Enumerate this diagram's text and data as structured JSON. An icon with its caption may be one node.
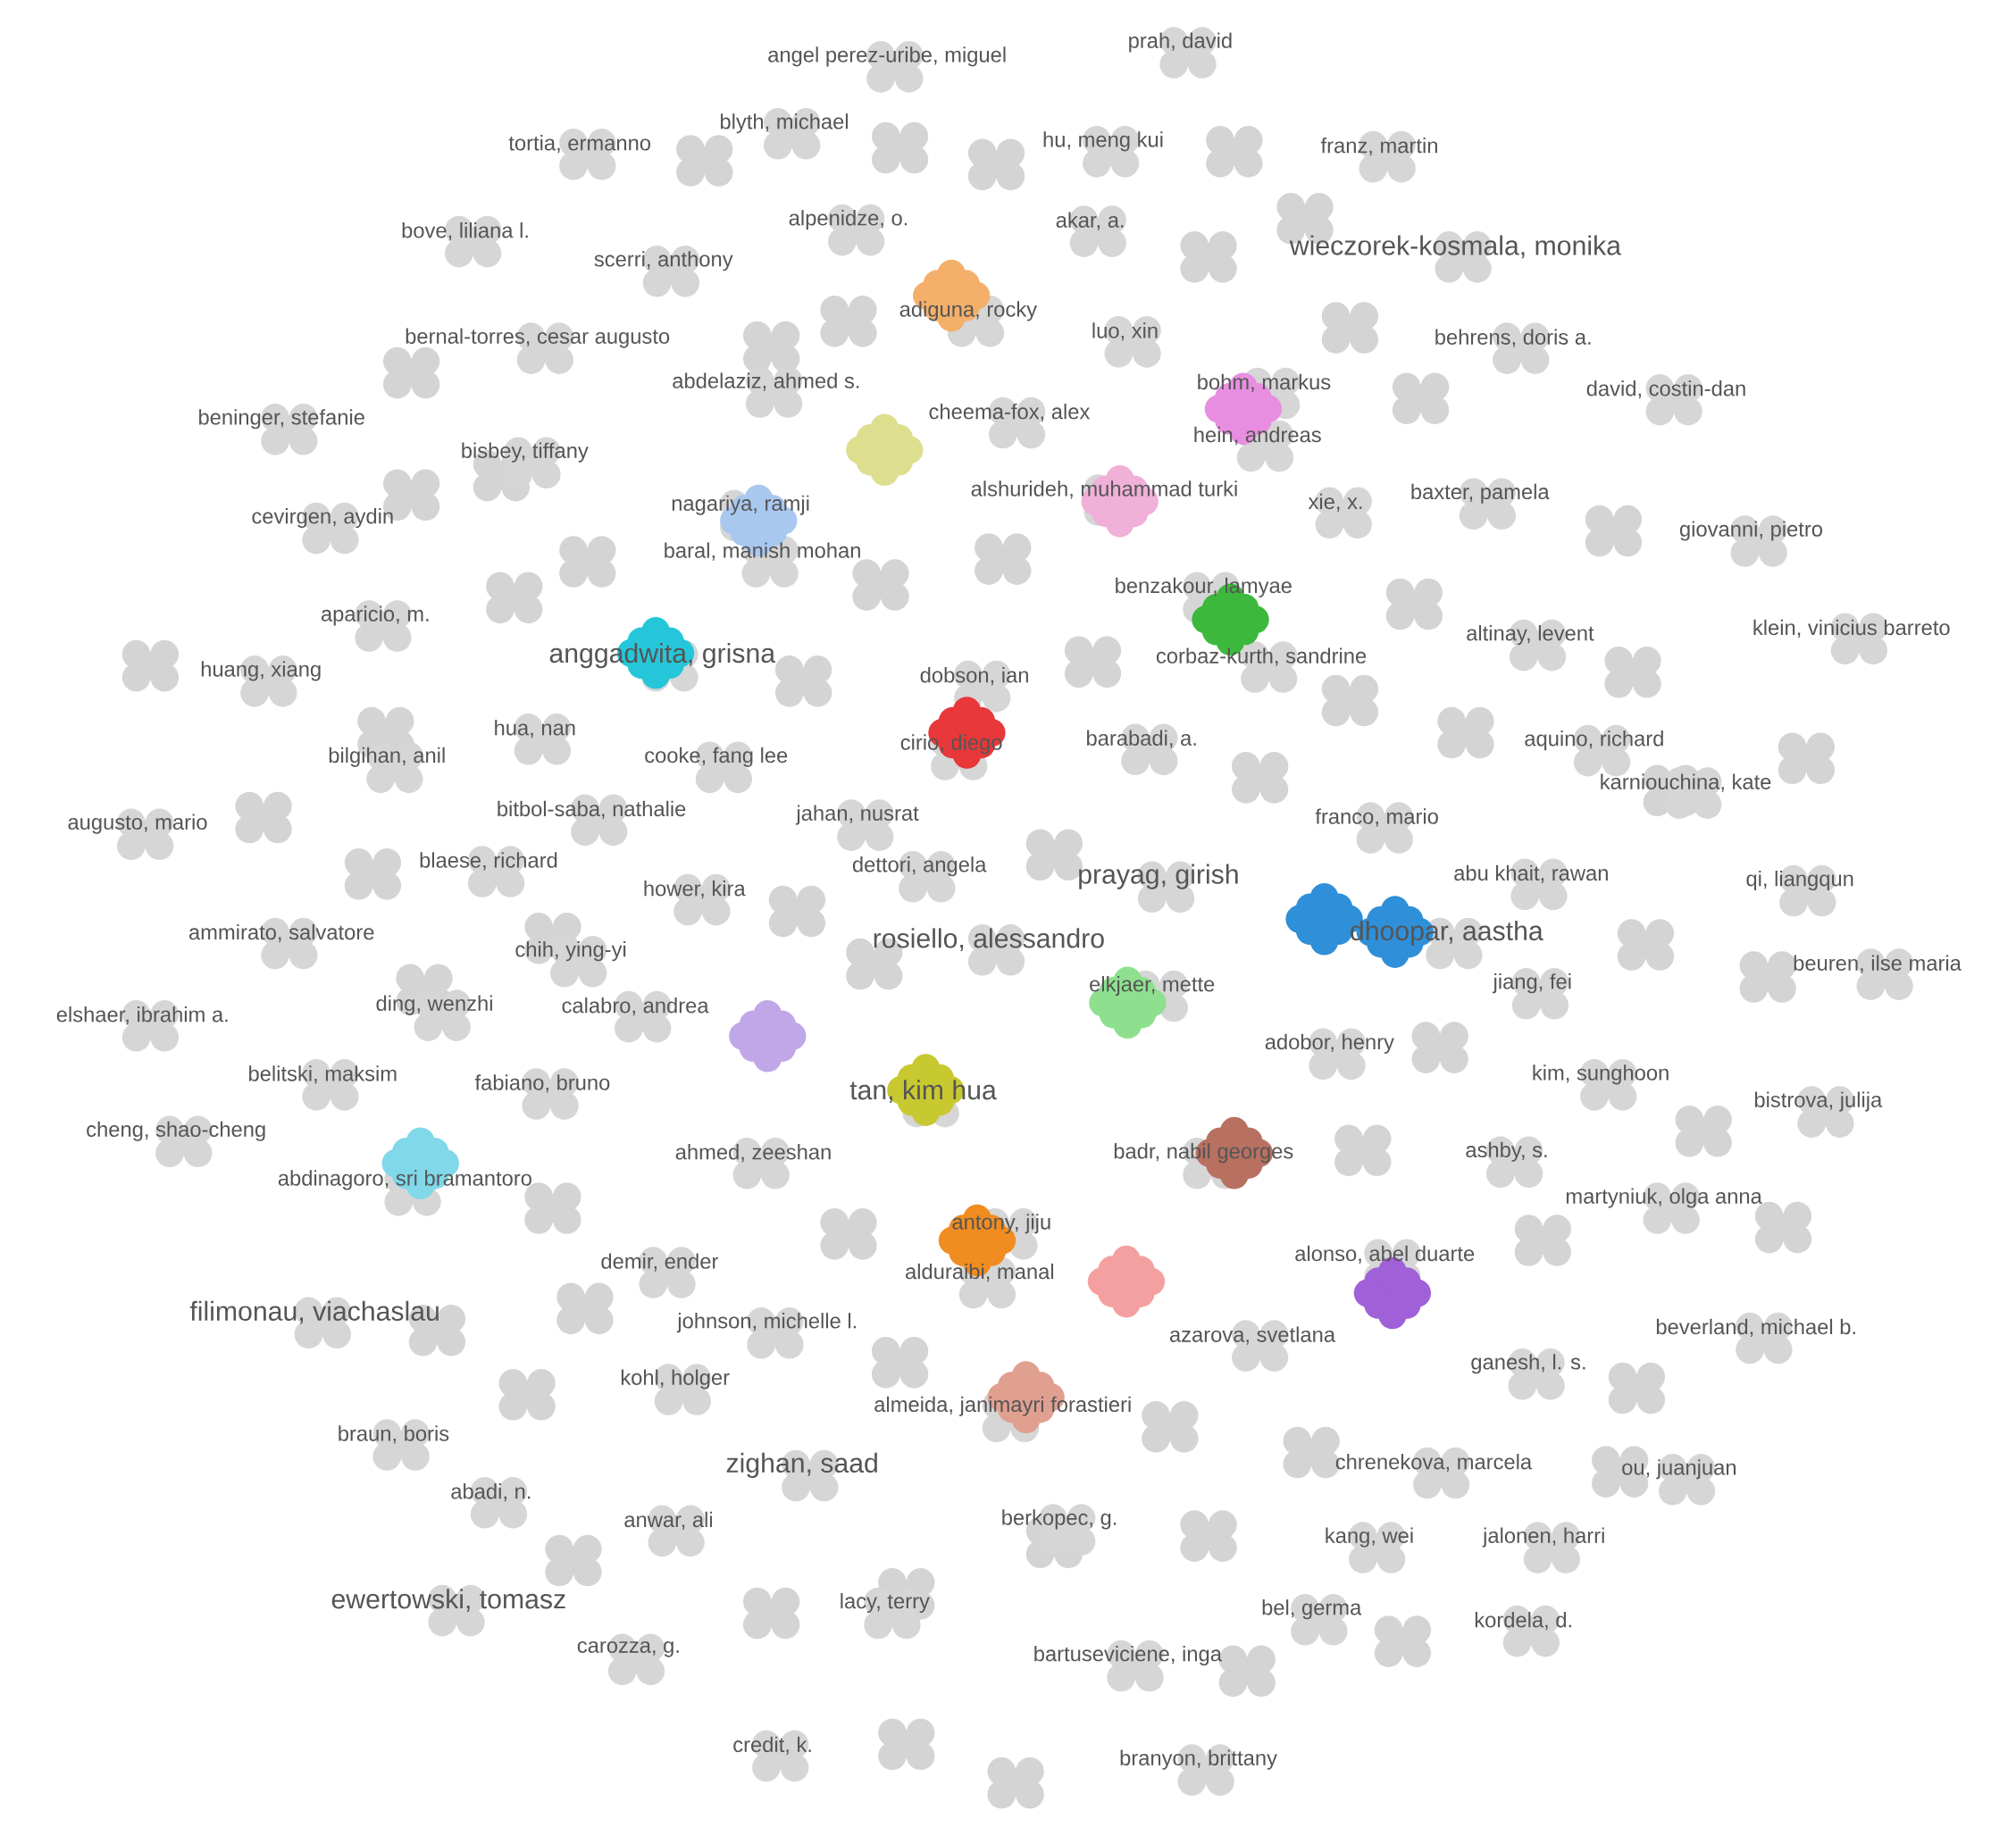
{
  "diagram": {
    "labels": [
      "angel perez-uribe, miguel",
      "prah, david",
      "tortia, ermanno",
      "blyth, michael",
      "hu, meng kui",
      "franz, martin",
      "alpenidze, o.",
      "akar, a.",
      "bove, liliana l.",
      "scerri, anthony",
      "wieczorek-kosmala, monika",
      "adiguna, rocky",
      "bernal-torres, cesar augusto",
      "luo, xin",
      "behrens, doris a.",
      "abdelaziz, ahmed s.",
      "bohm, markus",
      "david, costin-dan",
      "beninger, stefanie",
      "cheema-fox, alex",
      "hein, andreas",
      "bisbey, tiffany",
      "nagariya, ramji",
      "alshurideh, muhammad turki",
      "xie, x.",
      "baxter, pamela",
      "cevirgen, aydin",
      "giovanni, pietro",
      "baral, manish mohan",
      "benzakour, lamyae",
      "aparicio, m.",
      "altinay, levent",
      "klein, vinicius barreto",
      "anggadwita, grisna",
      "huang, xiang",
      "dobson, ian",
      "corbaz-kurth, sandrine",
      "hua, nan",
      "cirio, diego",
      "barabadi, a.",
      "aquino, richard",
      "bilgihan, anil",
      "cooke, fang lee",
      "karniouchina, kate",
      "augusto, mario",
      "bitbol-saba, nathalie",
      "jahan, nusrat",
      "franco, mario",
      "blaese, richard",
      "dettori, angela",
      "prayag, girish",
      "abu khait, rawan",
      "qi, liangqun",
      "hower, kira",
      "ammirato, salvatore",
      "rosiello, alessandro",
      "dhoopar, aastha",
      "chih, ying-yi",
      "beuren, ilse maria",
      "elkjaer, mette",
      "jiang, fei",
      "elshaer, ibrahim a.",
      "ding, wenzhi",
      "calabro, andrea",
      "adobor, henry",
      "belitski, maksim",
      "fabiano, bruno",
      "kim, sunghoon",
      "tan, kim hua",
      "bistrova, julija",
      "cheng, shao-cheng",
      "ahmed, zeeshan",
      "badr, nabil georges",
      "ashby, s.",
      "abdinagoro, sri bramantoro",
      "martyniuk, olga anna",
      "antony, jiju",
      "demir, ender",
      "alonso, abel duarte",
      "alduraibi, manal",
      "filimonau, viachaslau",
      "johnson, michelle l.",
      "azarova, svetlana",
      "beverland, michael b.",
      "ganesh, l. s.",
      "kohl, holger",
      "almeida, janimayri forastieri",
      "braun, boris",
      "zighan, saad",
      "chrenekova, marcela",
      "ou, juanjuan",
      "abadi, n.",
      "anwar, ali",
      "berkopec, g.",
      "kang, wei",
      "jalonen, harri",
      "ewertowski, tomasz",
      "lacy, terry",
      "bel, germa",
      "carozza, g.",
      "kordela, d.",
      "bartuseviciene, inga",
      "credit, k.",
      "branyon, brittany"
    ]
  }
}
